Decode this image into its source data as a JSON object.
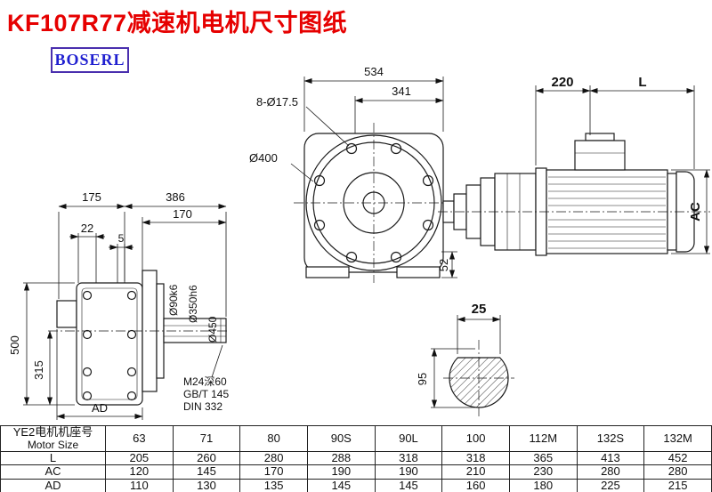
{
  "page": {
    "title": "KF107R77减速机电机尺寸图纸",
    "logo": "BOSERL"
  },
  "front_view": {
    "dim_total_width": "534",
    "dim_inner_width": "341",
    "dim_bolt_holes": "8-Ø17.5",
    "dim_flange_dia": "Ø400",
    "dim_foot": "52"
  },
  "motor_view": {
    "dim_adapter": "220",
    "dim_length": "L",
    "dim_height": "AC"
  },
  "side_view": {
    "dim_175": "175",
    "dim_386": "386",
    "dim_170": "170",
    "dim_22": "22",
    "dim_5": "5",
    "dim_500": "500",
    "dim_315": "315",
    "dim_shaft": "Ø90k6",
    "dim_spigot": "Ø350h6",
    "dim_flange": "Ø450",
    "dim_ad": "AD",
    "note_1": "M24深60",
    "note_2": "GB/T 145",
    "note_3": "DIN 332"
  },
  "section_view": {
    "dim_key": "25",
    "dim_dia": "95"
  },
  "table": {
    "header_cn": "YE2电机机座号",
    "header_en": "Motor Size",
    "sizes": [
      "63",
      "71",
      "80",
      "90S",
      "90L",
      "100",
      "112M",
      "132S",
      "132M"
    ],
    "rows": [
      {
        "label": "L",
        "values": [
          "205",
          "260",
          "280",
          "288",
          "318",
          "318",
          "365",
          "413",
          "452"
        ]
      },
      {
        "label": "AC",
        "values": [
          "120",
          "145",
          "170",
          "190",
          "190",
          "210",
          "230",
          "280",
          "280"
        ]
      },
      {
        "label": "AD",
        "values": [
          "110",
          "130",
          "135",
          "145",
          "145",
          "160",
          "180",
          "225",
          "215"
        ]
      }
    ]
  }
}
